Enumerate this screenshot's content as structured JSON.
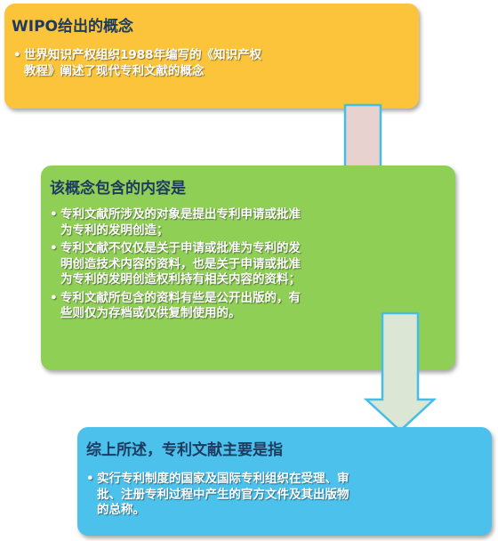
{
  "box1": {
    "title": "WIPO给出的概念",
    "items": [
      "世界知识产权组织1988年编写的《知识产权教程》阐述了现代专利文献的概念"
    ]
  },
  "box2": {
    "title": "该概念包含的内容是",
    "items": [
      "专利文献所涉及的对象是提出专利申请或批准为专利的发明创造；",
      "专利文献不仅仅是关于申请或批准为专利的发明创造技术内容的资料，也是关于申请或批准为专利的发明创造权利持有相关内容的资料；",
      "专利文献所包含的资料有些是公开出版的，有些则仅为存档或仅供复制使用的。"
    ]
  },
  "box3": {
    "title": "综上所述，专利文献主要是指",
    "items": [
      "实行专利制度的国家及国际专利组织在受理、审批、注册专利过程中产生的官方文件及其出版物的总称。"
    ]
  },
  "colors": {
    "box1_fill": "#fcc43a",
    "box2_fill": "#8fcf55",
    "box3_fill": "#4cc1ec",
    "arrow_fill": "#dbe6d4",
    "arrow_stroke": "#45bde8",
    "title_text": "#1f3a5f",
    "body_text": "#ffffff"
  }
}
